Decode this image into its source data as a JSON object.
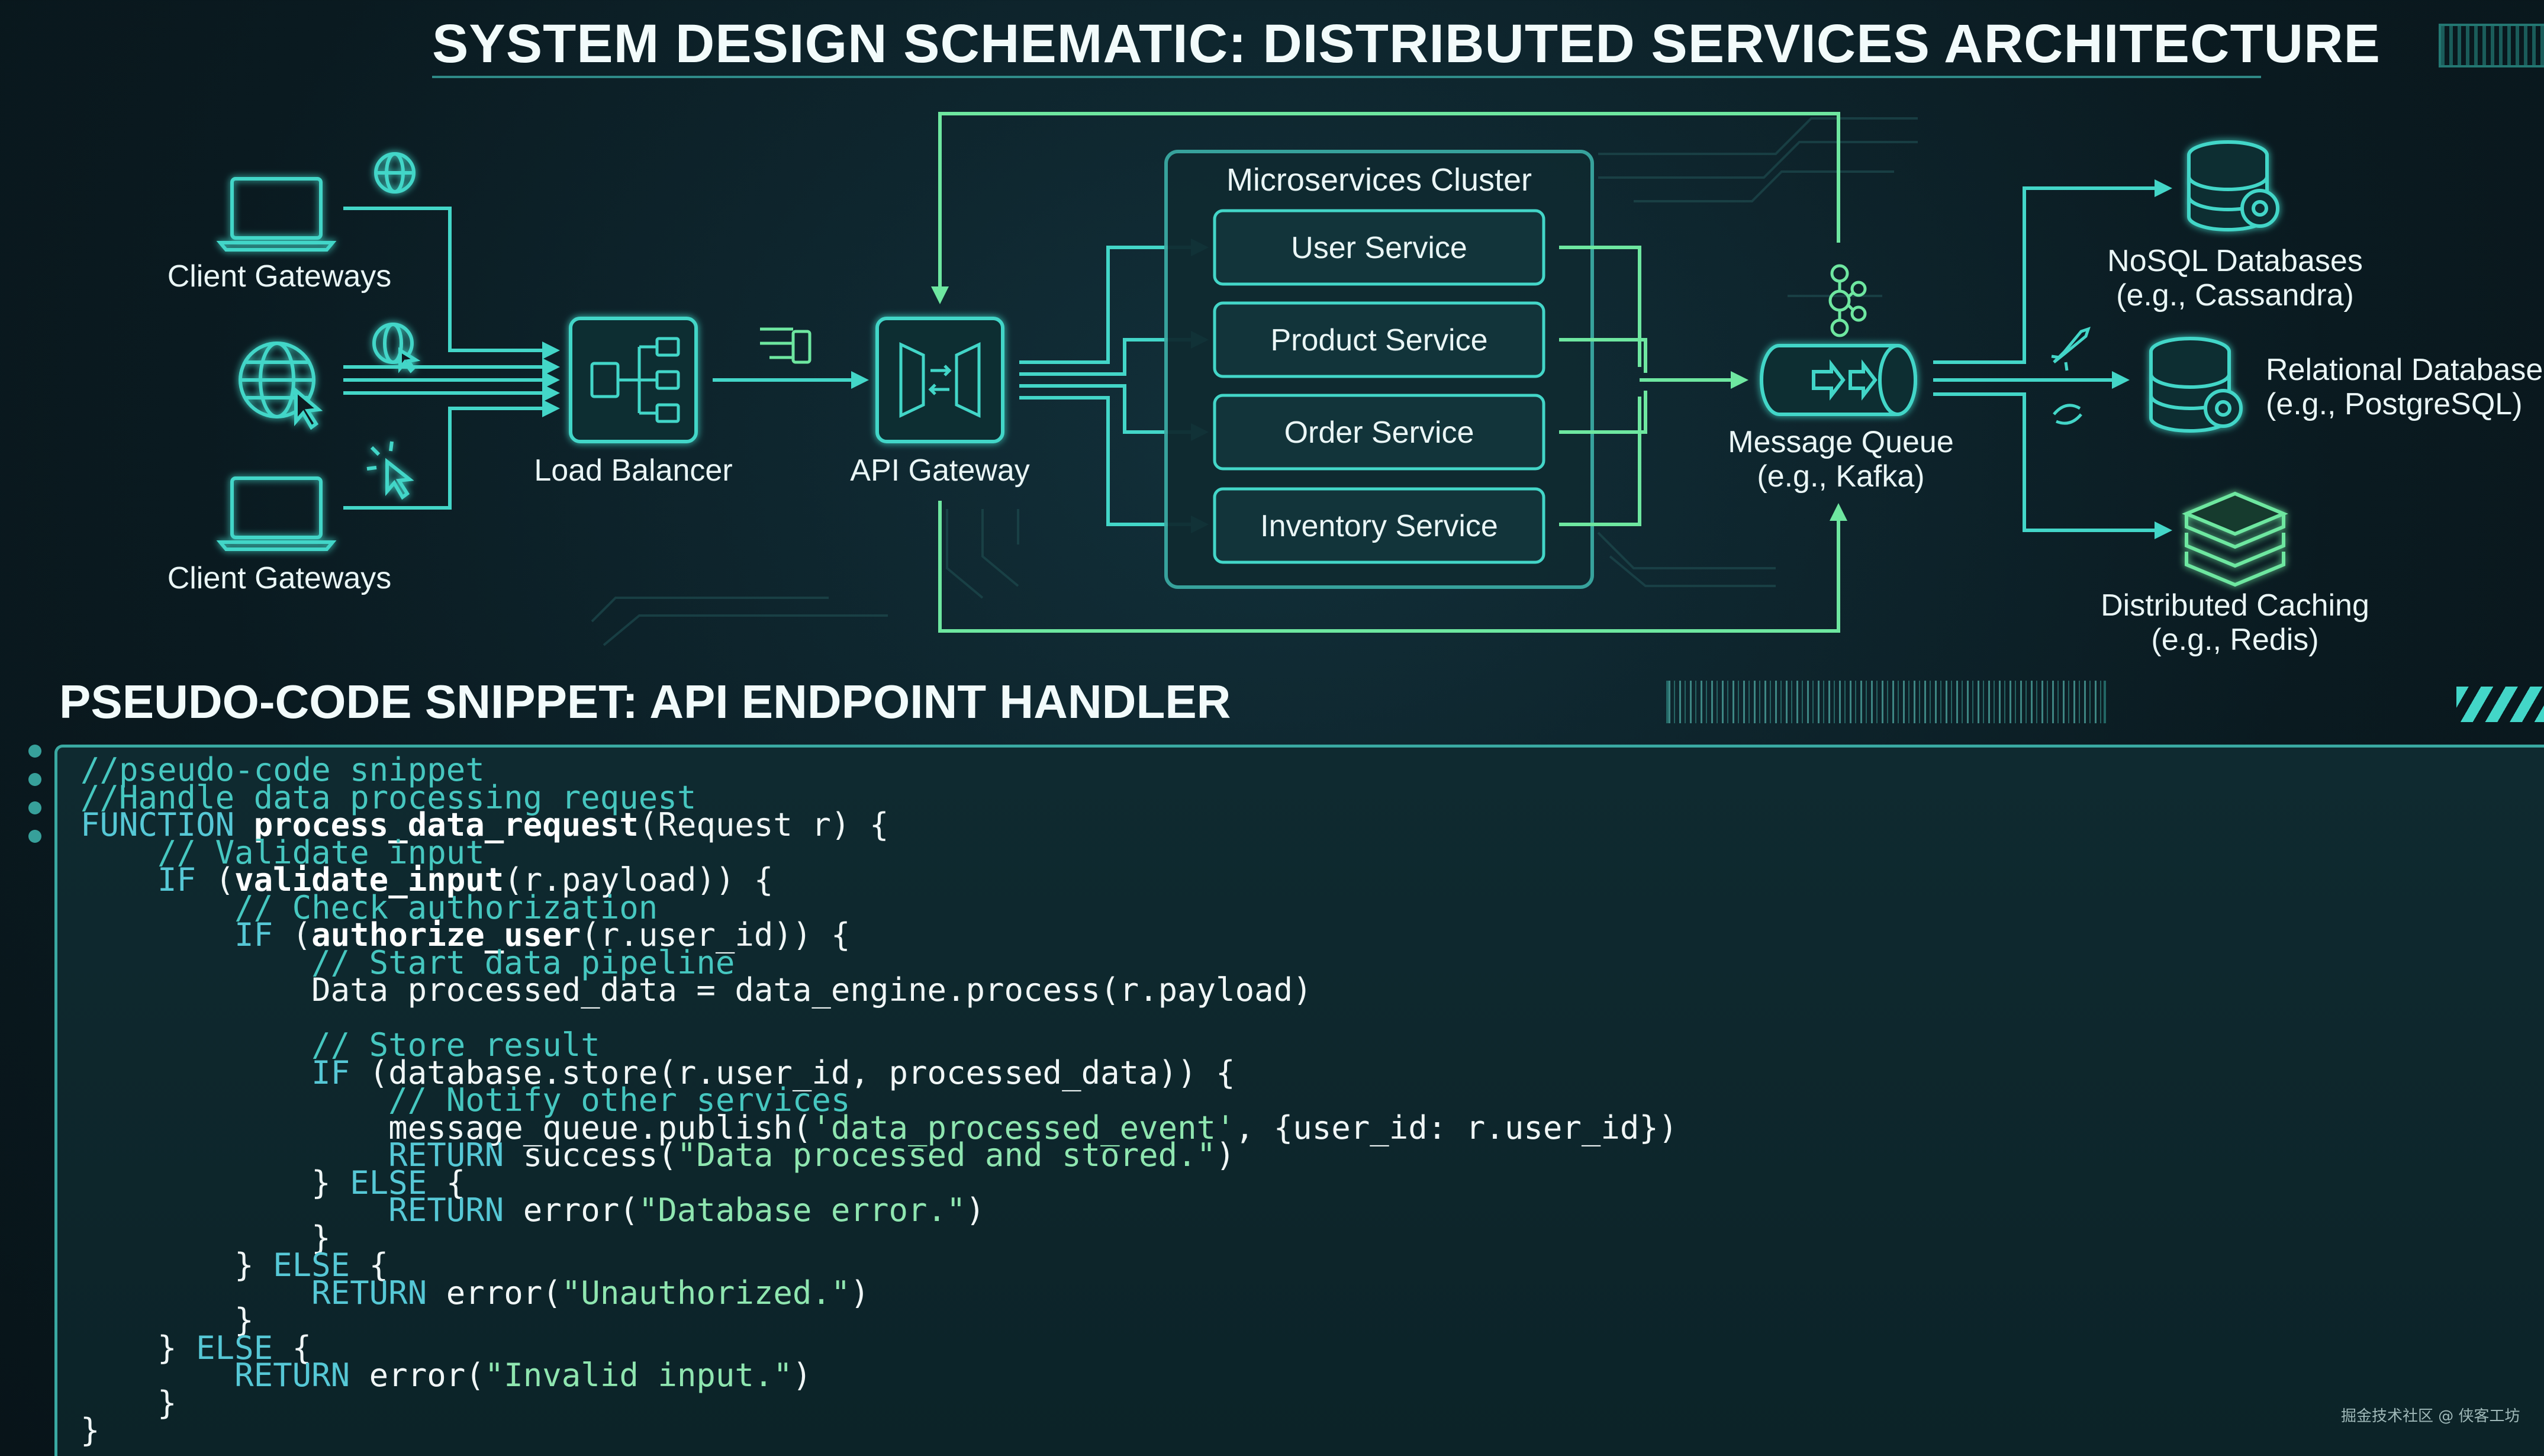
{
  "header": {
    "title": "SYSTEM DESIGN SCHEMATIC: DISTRIBUTED SERVICES ARCHITECTURE"
  },
  "diagram": {
    "clients_top": "Client Gateways",
    "clients_bottom": "Client Gateways",
    "load_balancer": "Load Balancer",
    "api_gateway": "API Gateway",
    "cluster_title": "Microservices Cluster",
    "services": [
      "User Service",
      "Product Service",
      "Order Service",
      "Inventory Service"
    ],
    "queue": {
      "line1": "Message Queue",
      "line2": "(e.g., Kafka)"
    },
    "nosql": {
      "line1": "NoSQL Databases",
      "line2": "(e.g., Cassandra)"
    },
    "relational": {
      "line1": "Relational Database",
      "line2": "(e.g., PostgreSQL)"
    },
    "cache": {
      "line1": "Distributed Caching",
      "line2": "(e.g., Redis)"
    }
  },
  "code_section": {
    "title": "PSEUDO-CODE SNIPPET: API ENDPOINT HANDLER",
    "lines": [
      "//pseudo-code snippet",
      "//Handle data processing request",
      "FUNCTION process_data_request(Request r) {",
      "    // Validate input",
      "    IF (validate_input(r.payload)) {",
      "        // Check authorization",
      "        IF (authorize_user(r.user_id)) {",
      "            // Start data pipeline",
      "            Data processed_data = data_engine.process(r.payload)",
      "",
      "            // Store result",
      "            IF (database.store(r.user_id, processed_data)) {",
      "                // Notify other services",
      "                message_queue.publish('data_processed_event', {user_id: r.user_id})",
      "                RETURN success(\"Data processed and stored.\")",
      "            } ELSE {",
      "                RETURN error(\"Database error.\")",
      "            }",
      "        } ELSE {",
      "            RETURN error(\"Unauthorized.\")",
      "        }",
      "    } ELSE {",
      "        RETURN error(\"Invalid input.\")",
      "    }",
      "}"
    ]
  },
  "footer": {
    "watermark": "掘金技术社区 @ 侠客工坊"
  },
  "colors": {
    "accent": "#43d6c8",
    "arrow": "#6ee7a0",
    "background": "#0a1a20",
    "code_comment": "#46c7c0",
    "code_keyword": "#56c8d6",
    "code_string": "#8fe6b0"
  },
  "icons": {
    "clients": [
      "laptop-icon",
      "globe-icon",
      "globe-cursor-icon",
      "globe-click-icon",
      "click-cursor-icon"
    ],
    "load_balancer": "network-tree-icon",
    "api_gateway": "gateway-icon",
    "queue": "cylinder-queue-icon",
    "nosql": "database-gear-icon",
    "relational": "database-gear-icon",
    "cache": "stack-layers-icon"
  }
}
